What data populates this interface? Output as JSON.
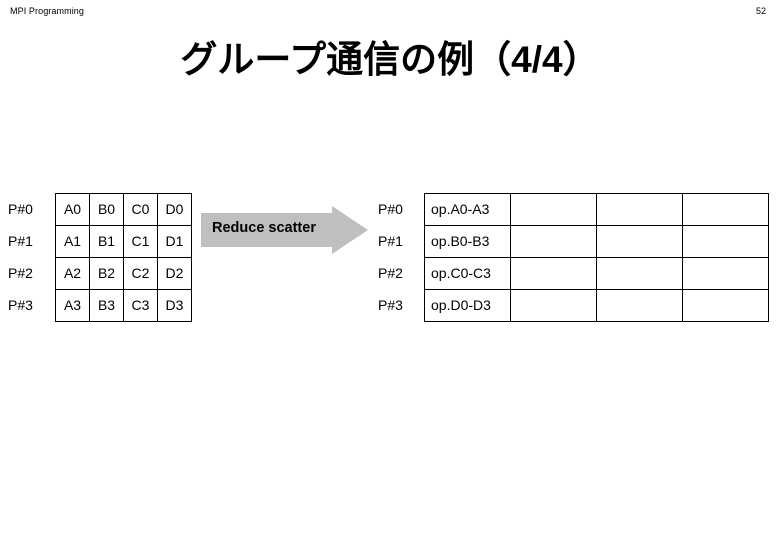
{
  "header": {
    "course_title": "MPI Programming",
    "page_number": "52"
  },
  "slide": {
    "title": "グループ通信の例（4/4）"
  },
  "diagram": {
    "operation_label": "Reduce scatter",
    "arrow_color": "#bfbfbf",
    "border_color": "#000000",
    "background_color": "#ffffff",
    "source": {
      "process_labels": [
        "P#0",
        "P#1",
        "P#2",
        "P#3"
      ],
      "rows": [
        [
          "A0",
          "B0",
          "C0",
          "D0"
        ],
        [
          "A1",
          "B1",
          "C1",
          "D1"
        ],
        [
          "A2",
          "B2",
          "C2",
          "D2"
        ],
        [
          "A3",
          "B3",
          "C3",
          "D3"
        ]
      ]
    },
    "result": {
      "process_labels": [
        "P#0",
        "P#1",
        "P#2",
        "P#3"
      ],
      "rows": [
        [
          "op.A0-A3",
          "",
          "",
          ""
        ],
        [
          "op.B0-B3",
          "",
          "",
          ""
        ],
        [
          "op.C0-C3",
          "",
          "",
          ""
        ],
        [
          "op.D0-D3",
          "",
          "",
          ""
        ]
      ]
    }
  }
}
